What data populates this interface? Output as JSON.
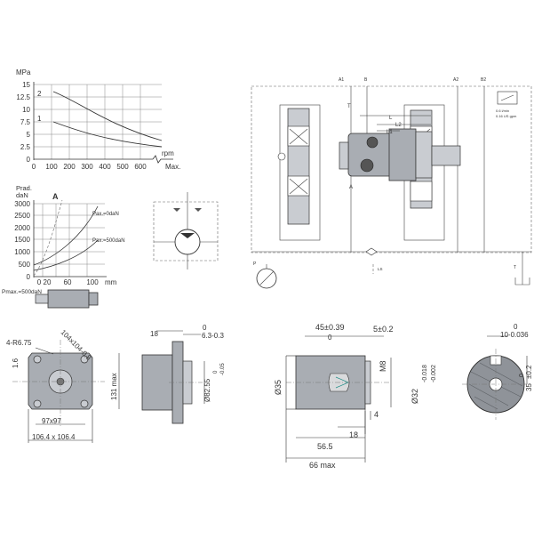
{
  "graph_top": {
    "unit_y": "MPa",
    "unit_x": "rpm",
    "y_ticks": [
      "15",
      "12.5",
      "10",
      "7.5",
      "5",
      "2.5",
      "0"
    ],
    "x_ticks": [
      "0",
      "100",
      "200",
      "300",
      "400",
      "500",
      "600"
    ],
    "x_max_label": "Max.",
    "curve_labels": [
      "2",
      "1"
    ]
  },
  "graph_bottom": {
    "unit_y_1": "Prad.",
    "unit_y_2": "daN",
    "y_ticks": [
      "3000",
      "2500",
      "2000",
      "1500",
      "1000",
      "500",
      "0"
    ],
    "x_ticks": [
      "0",
      "20",
      "60",
      "100"
    ],
    "x_unit": "mm",
    "curve_a": "A",
    "label_pax0": "Pax.=0daN",
    "label_pax500": "Pax.=500daN",
    "label_pmax": "Pmax.=500daN"
  },
  "schematic": {
    "labels": {
      "a1": "A1",
      "b": "B",
      "a2": "A2",
      "b2": "B2",
      "t": "T",
      "l": "L",
      "l2": "L2",
      "l1": "L1",
      "a": "A",
      "p": "P",
      "ls": "LS",
      "t2": "T",
      "flow_1": "0.6 l/min",
      "flow_2": "0.16 US gpm"
    }
  },
  "dims": {
    "flange_4r": "4-R6.75",
    "flange_diag": "104x104-0.8",
    "flange_16": "1.6",
    "flange_131": "131 max",
    "flange_97": "97x97",
    "flange_106": "106.4 x 106.4",
    "side_18": "18",
    "side_0": "0",
    "side_63": "6.3-0.3",
    "side_dia": "Ø82.55",
    "side_tol_a": "0",
    "side_tol_b": "-0.05",
    "shaft_45": "45±0.39",
    "shaft_45b": "0",
    "shaft_5": "5±0.2",
    "shaft_m8": "M8",
    "shaft_d35": "Ø35",
    "shaft_d32": "Ø32",
    "shaft_d32_t1": "-0.018",
    "shaft_d32_t2": "-0.002",
    "shaft_4": "4",
    "shaft_18": "18",
    "shaft_565": "56.5",
    "shaft_66": "66 max",
    "key_0": "0",
    "key_10": "10-0.036",
    "key_35": "35",
    "key_35t": "±0.2",
    "key_35b": "0"
  }
}
